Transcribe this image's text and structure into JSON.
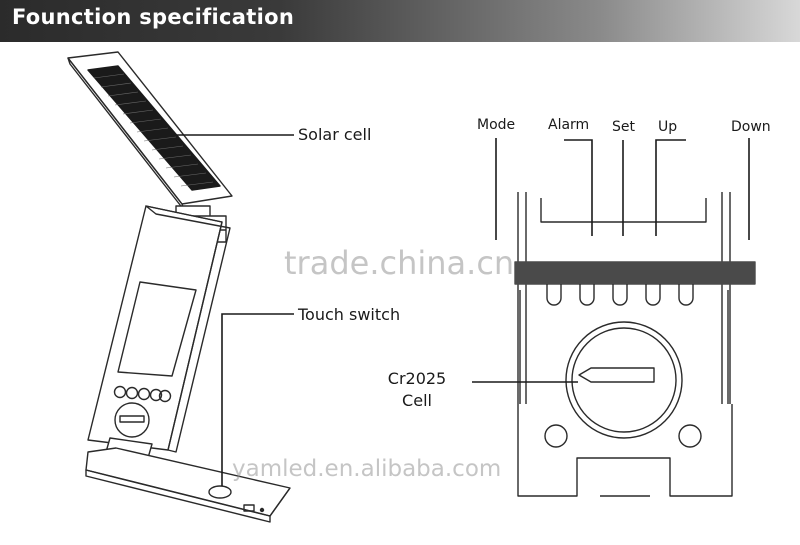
{
  "header": {
    "title": "Founction specification"
  },
  "labels": {
    "solar_cell": "Solar cell",
    "touch_switch": "Touch switch",
    "mode": "Mode",
    "alarm": "Alarm",
    "set": "Set",
    "up": "Up",
    "down": "Down",
    "cell_line1": "Cr2025",
    "cell_line2": "Cell"
  },
  "watermarks": {
    "center": "trade.china.cn",
    "bottom": "yamled.en.alibaba.com"
  }
}
